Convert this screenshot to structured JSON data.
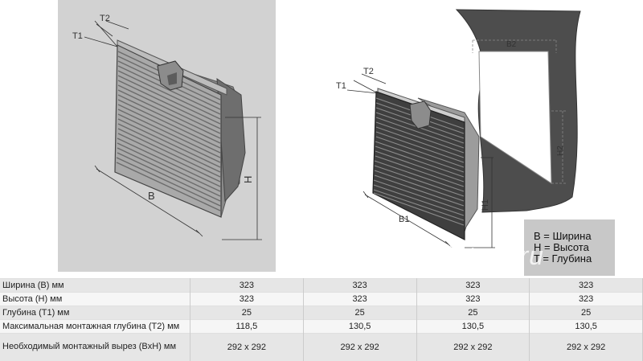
{
  "diagram": {
    "left_labels": {
      "t1": "T1",
      "t2": "T2",
      "width": "B",
      "height": "H"
    },
    "right_labels": {
      "t1": "T1",
      "t2": "T2",
      "cutout_width": "B2",
      "cutout_height": "H2",
      "width": "B1",
      "height": "H1"
    }
  },
  "legend": {
    "width": "B = Ширина",
    "height": "H = Высота",
    "depth": "T = Глубина"
  },
  "watermark": "Ventilatory.ru",
  "specs": {
    "rows": [
      {
        "label": "Ширина (B) мм",
        "values": [
          "323",
          "323",
          "323",
          "323"
        ]
      },
      {
        "label": "Высота (H) мм",
        "values": [
          "323",
          "323",
          "323",
          "323"
        ]
      },
      {
        "label": "Глубина (T1) мм",
        "values": [
          "25",
          "25",
          "25",
          "25"
        ]
      },
      {
        "label": "Максимальная монтажная глубина (T2) мм",
        "values": [
          "118,5",
          "130,5",
          "130,5",
          "130,5"
        ]
      },
      {
        "label": "Необходимый монтажный вырез (BxH) мм",
        "values": [
          "292 x 292",
          "292 x 292",
          "292 x 292",
          "292 x 292"
        ]
      }
    ]
  }
}
